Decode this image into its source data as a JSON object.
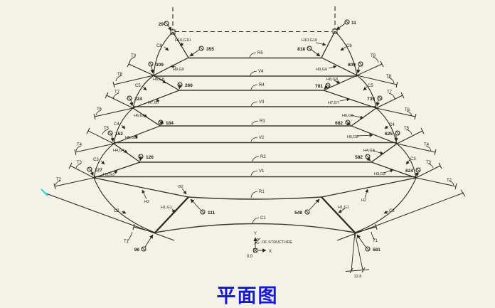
{
  "caption": "平面图",
  "colors": {
    "background": "#f3f2e8",
    "ink": "#26261d",
    "caption_blue": "#1717d6",
    "highlight_cyan": "#2ad8d2"
  },
  "axis": {
    "y_label": "Y",
    "x_label": "X",
    "origin": "0,0",
    "centerline_note": "OF STRUCTURE"
  },
  "dimension": "12.8",
  "nodes": {
    "29": "29",
    "11": "11",
    "355": "355",
    "818": "818",
    "309": "309",
    "809": "809",
    "266": "266",
    "781": "781",
    "224": "224",
    "739": "739",
    "184": "184",
    "682": "682",
    "152": "152",
    "625": "625",
    "126": "126",
    "582": "582",
    "127": "127",
    "624": "624",
    "111": "111",
    "549": "549",
    "96": "96",
    "581": "581"
  },
  "members": {
    "r5": "R5",
    "r4": "R4",
    "r3": "R3",
    "r2": "R2",
    "r1": "R1",
    "v4": "V4",
    "v3": "V3",
    "v2": "V2",
    "v1": "V1"
  },
  "cables": {
    "c1": "C1",
    "c2": "C2",
    "c3": "C3",
    "c4": "C4",
    "c5": "C5",
    "c6": "C6",
    "c8": "C8"
  },
  "chords": {
    "h10": "H10,G10",
    "h9": "H9,G9",
    "h8": "H8,G8",
    "h7": "H7,G7",
    "h6": "H6,G6",
    "h5": "H5,G5",
    "h4": "H4,G4",
    "h3": "H3,G3",
    "h2": "H2",
    "h1": "H1,G1",
    "b2": "B2"
  },
  "ties": {
    "t1": "T1",
    "t2": "T2",
    "t3": "T3",
    "t4": "T4",
    "t5": "T5",
    "t6": "T6",
    "t7": "T7",
    "t8": "T8",
    "t9": "T9"
  }
}
